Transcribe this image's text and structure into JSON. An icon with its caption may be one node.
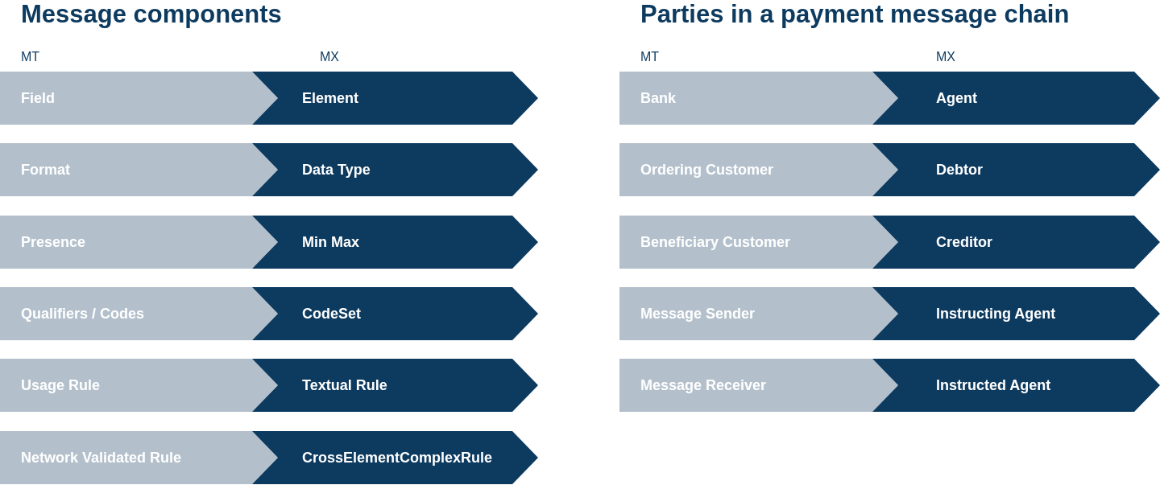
{
  "diagram": {
    "nodes": [
      {
        "text": [
          "Field"
        ]
      },
      {
        "text": [
          "Element"
        ]
      },
      {
        "text": [
          "Format"
        ]
      },
      {
        "text": [
          "Data Type"
        ]
      },
      {
        "text": [
          "Presence"
        ]
      },
      {
        "text": [
          "Min Max"
        ]
      },
      {
        "text": [
          "Qualifiers / Codes"
        ]
      },
      {
        "text": [
          "CodeSet"
        ]
      },
      {
        "text": [
          "Usage Rule"
        ]
      },
      {
        "text": [
          "Textual Rule"
        ]
      },
      {
        "text": [
          "Network Validated Rule"
        ]
      },
      {
        "text": [
          "CrossElementComplexRule"
        ]
      },
      {
        "text": [
          "Bank"
        ]
      },
      {
        "text": [
          "Agent"
        ]
      },
      {
        "text": [
          "Ordering Customer"
        ]
      },
      {
        "text": [
          "Debtor"
        ]
      },
      {
        "text": [
          "Beneficiary Customer"
        ]
      },
      {
        "text": [
          "Creditor"
        ]
      },
      {
        "text": [
          "Message Sender"
        ]
      },
      {
        "text": [
          "Instructing Agent"
        ]
      },
      {
        "text": [
          "Message Receiver"
        ]
      },
      {
        "text": [
          "Instructed Agent"
        ]
      }
    ],
    "labels": [
      "Message components",
      "Parties in a payment message chain",
      "MT",
      "MX",
      "MT",
      "MX"
    ]
  }
}
